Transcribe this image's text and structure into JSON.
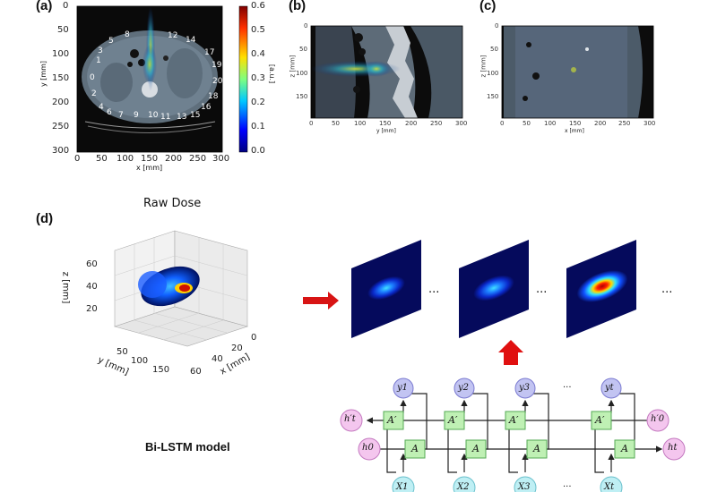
{
  "panels": {
    "a": {
      "label": "(a)",
      "xlabel": "x [mm]",
      "ylabel": "y [mm]",
      "xticks": [
        "0",
        "50",
        "100",
        "150",
        "200",
        "250",
        "300"
      ],
      "yticks": [
        "0",
        "50",
        "100",
        "150",
        "200",
        "250",
        "300"
      ],
      "sensor_numbers": [
        "1",
        "2",
        "3",
        "4",
        "5",
        "6",
        "7",
        "8",
        "9",
        "10",
        "11",
        "12",
        "13",
        "14",
        "15",
        "16",
        "17",
        "18",
        "19",
        "20",
        "0"
      ],
      "colorbar_label": "[a.u.]",
      "colorbar_ticks": [
        "0.6",
        "0.5",
        "0.4",
        "0.3",
        "0.2",
        "0.1",
        "0.0"
      ]
    },
    "b": {
      "label": "(b)",
      "xlabel": "y [mm]",
      "ylabel": "z [mm]",
      "xticks": [
        "0",
        "50",
        "100",
        "150",
        "200",
        "250",
        "300"
      ],
      "yticks": [
        "0",
        "50",
        "100",
        "150"
      ]
    },
    "c": {
      "label": "(c)",
      "xlabel": "x [mm]",
      "ylabel": "z [mm]",
      "xticks": [
        "0",
        "50",
        "100",
        "150",
        "200",
        "250",
        "300"
      ],
      "yticks": [
        "0",
        "50",
        "100",
        "150"
      ]
    },
    "d": {
      "label": "(d)",
      "title": "Raw Dose",
      "zlabel": "z [mm]",
      "ylabel": "y [mm]",
      "xlabel": "x [mm]",
      "zticks": [
        "20",
        "40",
        "60"
      ],
      "yticks": [
        "50",
        "100",
        "150"
      ],
      "xticks": [
        "0",
        "20",
        "40",
        "60"
      ],
      "model_label": "Bi-LSTM model",
      "ellipsis": "..."
    }
  },
  "lstm": {
    "outputs": [
      "y1",
      "y2",
      "y3",
      "...",
      "yt"
    ],
    "inputs": [
      "X1",
      "X2",
      "X3",
      "...",
      "Xt"
    ],
    "backward_cell": "A′",
    "forward_cell": "A",
    "h_back_start": "h′t",
    "h_back_end": "h′0",
    "h_fwd_start": "h0",
    "h_fwd_end": "ht"
  }
}
